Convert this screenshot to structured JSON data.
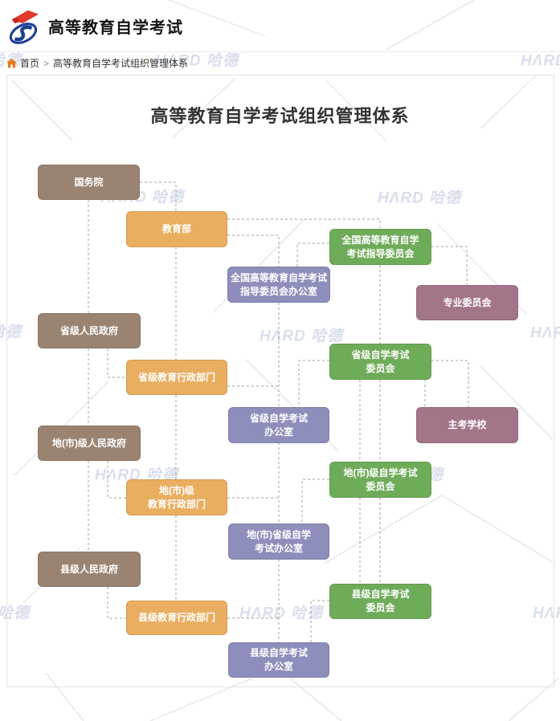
{
  "header": {
    "site_title": "高等教育自学考试",
    "logo_colors": {
      "red": "#e23a2e",
      "blue": "#1b3f93"
    }
  },
  "breadcrumb": {
    "home_label": "首页",
    "separator": ">",
    "current_page": "高等教育自学考试组织管理体系",
    "home_icon_color": "#e8791e"
  },
  "watermark": {
    "text": "HΛRD 哈德",
    "color": "#d9dfec"
  },
  "article": {
    "title": "高等教育自学考试组织管理体系"
  },
  "org_chart": {
    "colors": {
      "government": "#9a8371",
      "education_dept": "#e9ae60",
      "exam_committee": "#6fac5a",
      "exam_office": "#8e8ebc",
      "affiliated": "#a3758a",
      "connector": "#a0a0a0"
    },
    "nodes": [
      {
        "id": "state-council",
        "type": "government",
        "label_line1": "国务院",
        "label_line2": ""
      },
      {
        "id": "ministry-of-education",
        "type": "education",
        "label_line1": "教育部",
        "label_line2": ""
      },
      {
        "id": "national-steering-committee",
        "type": "committee",
        "label_line1": "全国高等教育自学",
        "label_line2": "考试指导委员会"
      },
      {
        "id": "national-steering-office",
        "type": "office",
        "label_line1": "全国高等教育自学考试",
        "label_line2": "指导委员会办公室"
      },
      {
        "id": "specialty-committee",
        "type": "affiliate",
        "label_line1": "专业委员会",
        "label_line2": ""
      },
      {
        "id": "provincial-government",
        "type": "government",
        "label_line1": "省级人民政府",
        "label_line2": ""
      },
      {
        "id": "provincial-exam-committee",
        "type": "committee",
        "label_line1": "省级自学考试",
        "label_line2": "委员会"
      },
      {
        "id": "provincial-education-dept",
        "type": "education",
        "label_line1": "省级教育行政部门",
        "label_line2": ""
      },
      {
        "id": "provincial-exam-office",
        "type": "office",
        "label_line1": "省级自学考试",
        "label_line2": "办公室"
      },
      {
        "id": "chief-exam-schools",
        "type": "affiliate",
        "label_line1": "主考学校",
        "label_line2": ""
      },
      {
        "id": "city-government",
        "type": "government",
        "label_line1": "地(市)级人民政府",
        "label_line2": ""
      },
      {
        "id": "city-exam-committee",
        "type": "committee",
        "label_line1": "地(市)级自学考试",
        "label_line2": "委员会"
      },
      {
        "id": "city-education-dept",
        "type": "education",
        "label_line1": "地(市)级",
        "label_line2": "教育行政部门"
      },
      {
        "id": "city-exam-office",
        "type": "office",
        "label_line1": "地(市)省级自学",
        "label_line2": "考试办公室"
      },
      {
        "id": "county-government",
        "type": "government",
        "label_line1": "县级人民政府",
        "label_line2": ""
      },
      {
        "id": "county-exam-committee",
        "type": "committee",
        "label_line1": "县级自学考试",
        "label_line2": "委员会"
      },
      {
        "id": "county-education-dept",
        "type": "education",
        "label_line1": "县级教育行政部门",
        "label_line2": ""
      },
      {
        "id": "county-exam-office",
        "type": "office",
        "label_line1": "县级自学考试",
        "label_line2": "办公室"
      }
    ]
  }
}
